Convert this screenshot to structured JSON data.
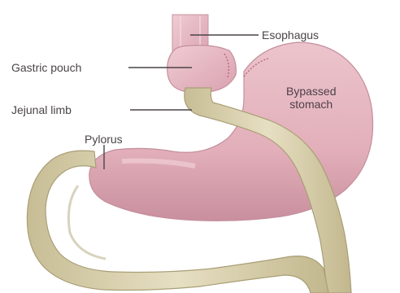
{
  "labels": {
    "esophagus": "Esophagus",
    "gastric_pouch": "Gastric pouch",
    "jejunal_limb": "Jejunal limb",
    "pylorus": "Pylorus",
    "bypassed_stomach_line1": "Bypassed",
    "bypassed_stomach_line2": "stomach"
  },
  "colors": {
    "stomach_fill": "#e6b6c0",
    "stomach_shade": "#c98f9e",
    "pouch_fill": "#e8bdc6",
    "intestine_fill": "#ddd5b3",
    "intestine_shade": "#b9ae85",
    "label_text": "#4a4448",
    "background": "#ffffff"
  }
}
